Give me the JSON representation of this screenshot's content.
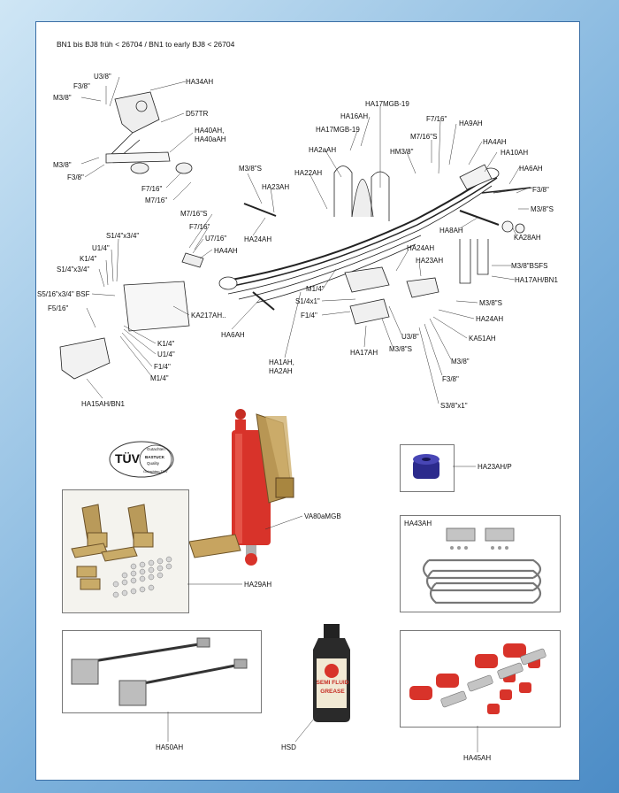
{
  "header": {
    "title": "BN1 bis BJ8 früh < 26704 / BN1 to early BJ8 < 26704"
  },
  "diagram_labels": [
    {
      "id": "U3_8",
      "text": "U3/8\""
    },
    {
      "id": "F3_8a",
      "text": "F3/8\""
    },
    {
      "id": "M3_8a",
      "text": "M3/8\""
    },
    {
      "id": "HA34AH",
      "text": "HA34AH"
    },
    {
      "id": "D57TR",
      "text": "D57TR"
    },
    {
      "id": "HA40AH",
      "text": "HA40AH,"
    },
    {
      "id": "HA40aAH",
      "text": "HA40aAH"
    },
    {
      "id": "M3_8b",
      "text": "M3/8\""
    },
    {
      "id": "F3_8b",
      "text": "F3/8\""
    },
    {
      "id": "F7_16a",
      "text": "F7/16\""
    },
    {
      "id": "M7_16a",
      "text": "M7/16\""
    },
    {
      "id": "HA16AH",
      "text": "HA16AH"
    },
    {
      "id": "HA17MGB19a",
      "text": "HA17MGB-19"
    },
    {
      "id": "HA17MGB19b",
      "text": "HA17MGB-19"
    },
    {
      "id": "F7_16b",
      "text": "F7/16\""
    },
    {
      "id": "HA9AH",
      "text": "HA9AH"
    },
    {
      "id": "M7_16S",
      "text": "M7/16\"S"
    },
    {
      "id": "HM3_8",
      "text": "HM3/8\""
    },
    {
      "id": "HA2aAH",
      "text": "HA2aAH"
    },
    {
      "id": "HA4AHa",
      "text": "HA4AH"
    },
    {
      "id": "HA10AH",
      "text": "HA10AH"
    },
    {
      "id": "HA6AHa",
      "text": "HA6AH"
    },
    {
      "id": "M3_8Sa",
      "text": "M3/8\"S"
    },
    {
      "id": "HA22AH",
      "text": "HA22AH"
    },
    {
      "id": "HA23AHa",
      "text": "HA23AH"
    },
    {
      "id": "F3_8c",
      "text": "F3/8\""
    },
    {
      "id": "M3_8Sb",
      "text": "M3/8\"S"
    },
    {
      "id": "HA24AHa",
      "text": "HA24AH"
    },
    {
      "id": "HA8AH",
      "text": "HA8AH"
    },
    {
      "id": "KA28AH",
      "text": "KA28AH"
    },
    {
      "id": "M7_16S2",
      "text": "M7/16\"S"
    },
    {
      "id": "F7_16c",
      "text": "F7/16\""
    },
    {
      "id": "U7_16",
      "text": "U7/16\""
    },
    {
      "id": "HA4AHb",
      "text": "HA4AH"
    },
    {
      "id": "S1_4x3_4a",
      "text": "S1/4\"x3/4\""
    },
    {
      "id": "U1_4a",
      "text": "U1/4\""
    },
    {
      "id": "K1_4a",
      "text": "K1/4\""
    },
    {
      "id": "S1_4x3_4b",
      "text": "S1/4\"x3/4\""
    },
    {
      "id": "S5_16",
      "text": "S5/16\"x3/4\" BSF"
    },
    {
      "id": "F5_16",
      "text": "F5/16\""
    },
    {
      "id": "KA217AH",
      "text": "KA217AH.."
    },
    {
      "id": "K1_4b",
      "text": "K1/4\""
    },
    {
      "id": "U1_4b",
      "text": "U1/4\""
    },
    {
      "id": "F1_4a",
      "text": "F1/4\""
    },
    {
      "id": "M1_4a",
      "text": "M1/4\""
    },
    {
      "id": "HA15AH",
      "text": "HA15AH/BN1"
    },
    {
      "id": "HA6AHb",
      "text": "HA6AH"
    },
    {
      "id": "M1_4b",
      "text": "M1/4\""
    },
    {
      "id": "S1_4x1",
      "text": "S1/4x1\""
    },
    {
      "id": "F1_4b",
      "text": "F1/4\""
    },
    {
      "id": "HA17AH",
      "text": "HA17AH"
    },
    {
      "id": "HA1AH",
      "text": "HA1AH,"
    },
    {
      "id": "HA2AH",
      "text": "HA2AH"
    },
    {
      "id": "HA24AHb",
      "text": "HA24AH"
    },
    {
      "id": "HA23AHb",
      "text": "HA23AH"
    },
    {
      "id": "M3_8BSFS",
      "text": "M3/8\"BSFS"
    },
    {
      "id": "HA17AHBN1",
      "text": "HA17AH/BN1"
    },
    {
      "id": "M3_8Sc",
      "text": "M3/8\"S"
    },
    {
      "id": "HA24AHc",
      "text": "HA24AH"
    },
    {
      "id": "KA51AH",
      "text": "KA51AH"
    },
    {
      "id": "U3_8b",
      "text": "U3/8\""
    },
    {
      "id": "M3_8Sd",
      "text": "M3/8\"S"
    },
    {
      "id": "M3_8c",
      "text": "M3/8\""
    },
    {
      "id": "F3_8d",
      "text": "F3/8\""
    },
    {
      "id": "S3_8x1",
      "text": "S3/8\"x1\""
    }
  ],
  "products": {
    "va80": "VA80aMGB",
    "ha29": "HA29AH",
    "ha23p": "HA23AH/P",
    "ha43": "HA43AH",
    "ha50": "HA50AH",
    "hsd": "HSD",
    "ha45": "HA45AH"
  },
  "tuv": {
    "main": "TÜV",
    "top": "Gutachten",
    "mid": "BASTUCK",
    "mid2": "Quality",
    "bottom": "Gutachten TÜV"
  },
  "bottle": {
    "line1": "SEMI FLUID",
    "line2": "GREASE"
  },
  "colors": {
    "accent": "#4c8cc6",
    "red": "#d8332a",
    "purple": "#2b2a8c"
  }
}
